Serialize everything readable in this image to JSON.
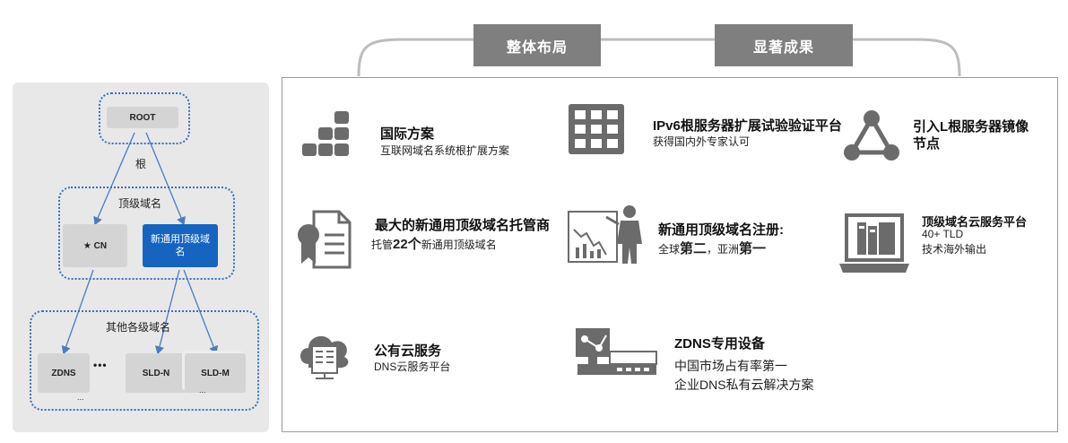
{
  "colors": {
    "accent_blue": "#1565c0",
    "dotted_blue": "#3a6fb4",
    "tab_gray": "#7f7f7f",
    "icon_gray": "#6b6b6b"
  },
  "tabs": {
    "layout": "整体布局",
    "results": "显著成果"
  },
  "tree": {
    "root": "ROOT",
    "root_label": "根",
    "tld_label": "顶级域名",
    "cn": "★ CN",
    "new_gtld": "新通用顶级域名",
    "other_label": "其他各级域名",
    "zdns": "ZDNS",
    "ellipsis": "•••",
    "sld_n": "SLD-N",
    "sld_m": "SLD-M",
    "dots": "..."
  },
  "items": {
    "intl": {
      "title": "国际方案",
      "sub": "互联网域名系统根扩展方案",
      "icon": "blocks-icon"
    },
    "ipv6": {
      "title": "IPv6根服务器扩展试验验证平台",
      "sub": "获得国内外专家认可",
      "icon": "building-grid-icon"
    },
    "lroot": {
      "title": "引入L根服务器镜像",
      "title2": "节点",
      "icon": "triangle-network-icon"
    },
    "hosting": {
      "title": "最大的新通用顶级域名托管商",
      "sub_pre": "托管",
      "sub_num": "22个",
      "sub_post": "新通用顶级域名",
      "icon": "certificate-icon"
    },
    "register": {
      "title": "新通用顶级域名注册:",
      "sub_pre": "全球",
      "sub_b1": "第二",
      "sub_mid": "，亚洲",
      "sub_b2": "第一",
      "icon": "presenter-chart-icon"
    },
    "cloudtld": {
      "title": "顶级域名云服务平台",
      "sub1": "40+ TLD",
      "sub2": "技术海外输出",
      "icon": "laptop-books-icon"
    },
    "cloud": {
      "title": "公有云服务",
      "sub": "DNS云服务平台",
      "icon": "cloud-server-icon"
    },
    "zdns": {
      "title": "ZDNS专用设备",
      "sub1": "中国市场占有率第一",
      "sub2": "企业DNS私有云解决方案",
      "icon": "network-device-icon"
    }
  }
}
